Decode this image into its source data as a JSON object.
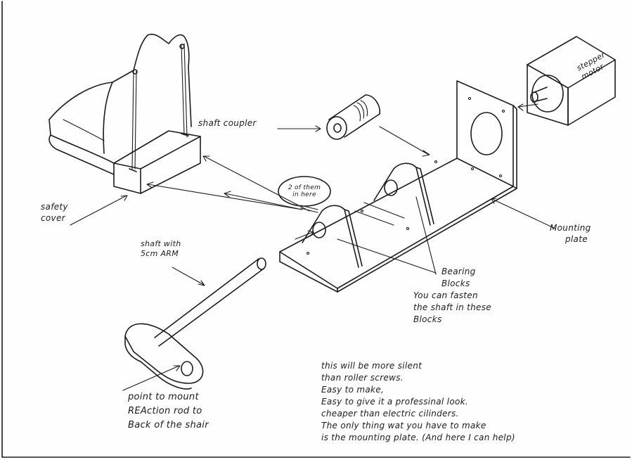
{
  "labels": {
    "shaft_coupler": "shaft coupler",
    "safety_cover": [
      "safety",
      "cover"
    ],
    "stepper_motor": [
      "stepper",
      "motor"
    ],
    "mounting_plate": [
      "Mounting",
      "plate"
    ],
    "bubble": [
      "2 of them",
      "in here"
    ],
    "shaft_with_arm": [
      "shaft with",
      "5cm ARM"
    ],
    "bearing_blocks": [
      "Bearing",
      "Blocks",
      "You can fasten",
      "the shaft in these",
      "Blocks"
    ],
    "point_to_mount": [
      "point to mount",
      "REAction rod to",
      "Back of the shair"
    ]
  },
  "notes": [
    "this will be more silent",
    "than roller screws.",
    "Easy to make,",
    "Easy to give it a professinal look.",
    "cheaper than electric cilinders.",
    "The only thing wat you have to make",
    "is the mounting plate. (And here I can help)"
  ],
  "colors": {
    "ink": "#1c1c1c",
    "paper": "#fefefe"
  }
}
